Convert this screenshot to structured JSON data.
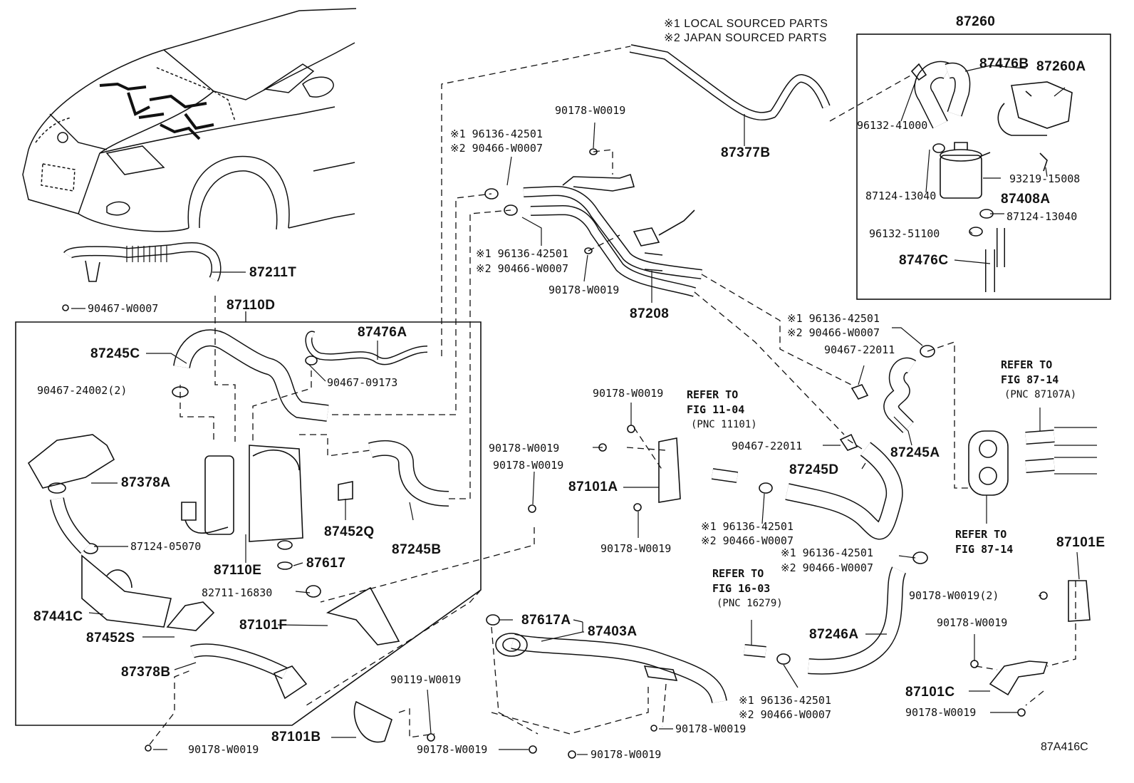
{
  "notes": {
    "local": "※1 LOCAL SOURCED PARTS",
    "japan": "※2 JAPAN SOURCED PARTS"
  },
  "figure_code": "87A416C",
  "labels": {
    "p87260": "87260",
    "p87476B": "87476B",
    "p87260A": "87260A",
    "p96132_41000": "96132-41000",
    "p93219_15008": "93219-15008",
    "p87124_13040a": "87124-13040",
    "p87408A": "87408A",
    "p87124_13040b": "87124-13040",
    "p96132_51100": "96132-51100",
    "p87476C": "87476C",
    "p87377B": "87377B",
    "p90178_top": "90178-W0019",
    "p196136_a": "※1 96136-42501",
    "p290466_a": "※2 90466-W0007",
    "p196136_b": "※1 96136-42501",
    "p290466_b": "※2 90466-W0007",
    "p90178_b": "90178-W0019",
    "p87208": "87208",
    "p87211T": "87211T",
    "p90467_w0007": "90467-W0007",
    "p87110D": "87110D",
    "p87245C": "87245C",
    "p87476A": "87476A",
    "p90467_24002": "90467-24002(2)",
    "p90467_09173": "90467-09173",
    "p87378A": "87378A",
    "p87452Q": "87452Q",
    "p87245B": "87245B",
    "p87124_05070": "87124-05070",
    "p87110E": "87110E",
    "p87617": "87617",
    "p82711_16830": "82711-16830",
    "p87441C": "87441C",
    "p87452S": "87452S",
    "p87101F": "87101F",
    "p87378B": "87378B",
    "p90178_w0019_c": "90178-W0019",
    "p90178_w0019_d": "90178-W0019",
    "p90178_w0019_e": "90178-W0019",
    "p87101A": "87101A",
    "p90178_w0019_f": "90178-W0019",
    "refer_11_l1": "REFER TO",
    "refer_11_l2": "FIG 11-04",
    "refer_11_l3": "(PNC 11101)",
    "p90467_22011_a": "90467-22011",
    "p90467_22011_b": "90467-22011",
    "p196136_c": "※1 96136-42501",
    "p290466_c": "※2 90466-W0007",
    "p87245A": "87245A",
    "p87245D": "87245D",
    "p196136_d": "※1 96136-42501",
    "p290466_d": "※2 90466-W0007",
    "p196136_e": "※1 96136-42501",
    "p290466_e": "※2 90466-W0007",
    "refer_8714a_l1": "REFER TO",
    "refer_8714a_l2": "FIG 87-14",
    "refer_8714a_l3": "(PNC 87107A)",
    "refer_8714b_l1": "REFER TO",
    "refer_8714b_l2": "FIG 87-14",
    "p87101E": "87101E",
    "p90178_w0019_2": "90178-W0019(2)",
    "p90178_w0019_g": "90178-W0019",
    "p87101C": "87101C",
    "p90178_w0019_h": "90178-W0019",
    "refer_16_l1": "REFER TO",
    "refer_16_l2": "FIG 16-03",
    "refer_16_l3": "(PNC 16279)",
    "p87246A": "87246A",
    "p196136_f": "※1 96136-42501",
    "p290466_f": "※2 90466-W0007",
    "p87617A": "87617A",
    "p87403A": "87403A",
    "p90119_w0019": "90119-W0019",
    "p87101B": "87101B",
    "p90178_w0019_i": "90178-W0019",
    "p90178_w0019_j": "90178-W0019",
    "p90178_w0019_k": "90178-W0019",
    "p90178_w0019_l": "90178-W0019"
  }
}
